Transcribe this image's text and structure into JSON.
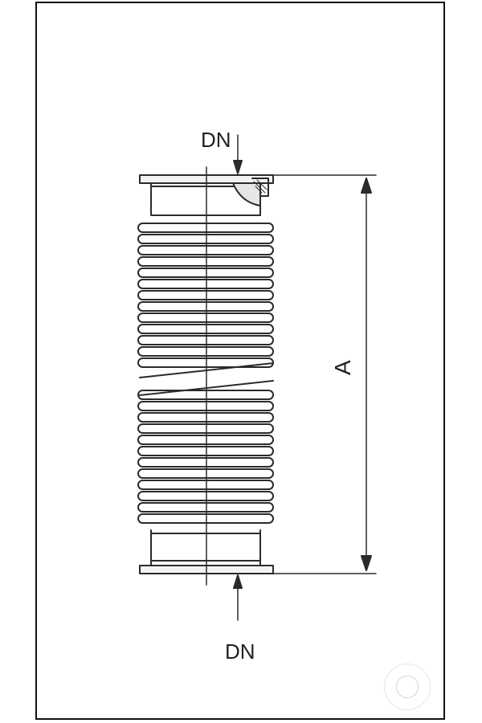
{
  "labels": {
    "top_dn": "DN",
    "bottom_dn": "DN",
    "length": "A"
  },
  "watermark": {
    "icon": "logo-seal-icon"
  },
  "colors": {
    "line": "#2b2b2b",
    "background": "#ffffff"
  }
}
